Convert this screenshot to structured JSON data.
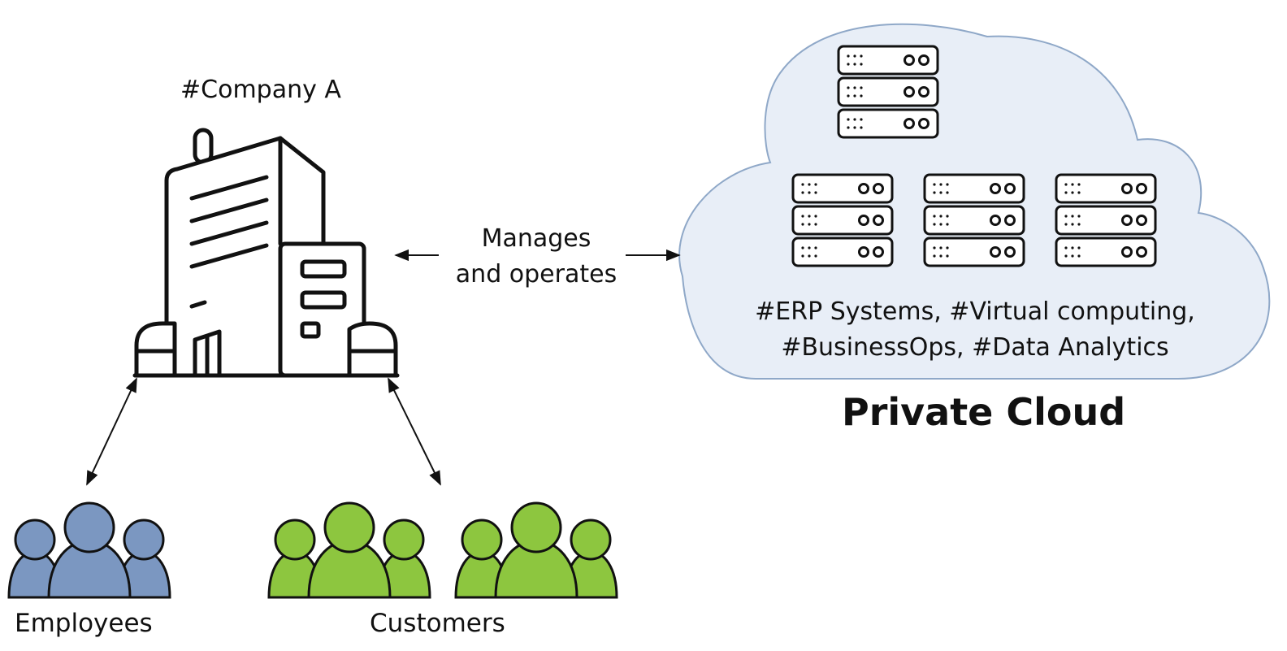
{
  "company": {
    "label": "#Company A",
    "icon": "office-building-icon"
  },
  "link": {
    "label_line1": "Manages",
    "label_line2": "and operates"
  },
  "cloud": {
    "title": "Private Cloud",
    "workloads_line1": "#ERP Systems, #Virtual computing,",
    "workloads_line2": "#BusinessOps, #Data Analytics",
    "fill_color": "#e8eef7",
    "border_color": "#8fa8c8",
    "server_icon": "server-rack-icon"
  },
  "employees": {
    "label": "Employees",
    "color": "#7b97c1",
    "icon": "people-group-icon"
  },
  "customers": {
    "label": "Customers",
    "color": "#8dc63f",
    "icon": "people-group-icon"
  }
}
